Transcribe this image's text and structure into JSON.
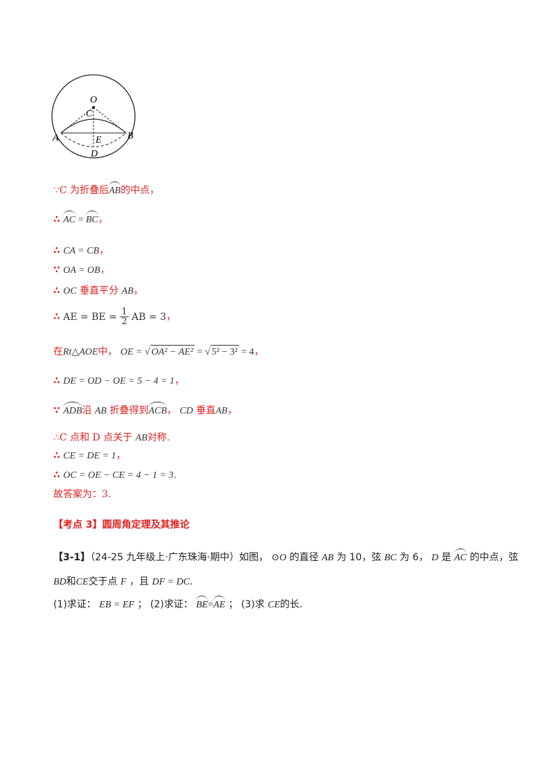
{
  "figure": {
    "labels": {
      "O": "O",
      "C": "C",
      "A": "A",
      "B": "B",
      "E": "E",
      "D": "D"
    }
  },
  "solution": {
    "l1": {
      "pre": "∵C 为折叠后",
      "arc": "AB",
      "post": "的中点，"
    },
    "l2": {
      "sym": "∴",
      "arc1": "AC",
      "eq": "=",
      "arc2": "BC",
      "post": "，"
    },
    "l3": {
      "sym": "∴",
      "expr": "CA = CB",
      "post": "，"
    },
    "l4": {
      "sym": "∵",
      "expr": "OA = OB",
      "post": "，"
    },
    "l5": {
      "sym": "∴",
      "m1": "OC",
      "txt": "垂直平分",
      "m2": "AB",
      "post": "，"
    },
    "l6": {
      "sym": "∴",
      "pre": "AE = BE =",
      "num": "1",
      "den": "2",
      "post_expr": "AB = 3",
      "post": "，"
    },
    "l7": {
      "pre": "在",
      "tri": "Rt△AOE",
      "mid": "中，",
      "lhs": "OE =",
      "rad1": "OA² − AE²",
      "eq2": "=",
      "rad2": "5² − 3²",
      "res": "= 4",
      "post": "，"
    },
    "l8": {
      "sym": "∴",
      "expr": "DE = OD − OE = 5 − 4 = 1",
      "post": "，"
    },
    "l9": {
      "sym": "∵",
      "arc1": "ADB",
      "t1": "沿",
      "m1": "AB",
      "t2": "折叠得到",
      "arc2": "ACB",
      "comma": "，",
      "m2": "CD",
      "t3": "垂直",
      "m3": "AB",
      "post": "，"
    },
    "l10": {
      "text": "∴C 点和 D 点关于",
      "m": "AB",
      "post": "对称."
    },
    "l11": {
      "sym": "∴",
      "expr": "CE = DE = 1",
      "post": "，"
    },
    "l12": {
      "sym": "∴",
      "expr": "OC = OE − CE = 4 − 1 = 3",
      "post": "."
    },
    "l13": {
      "text": "故答案为：3."
    }
  },
  "section": {
    "title": "【考点 3】圆周角定理及其推论"
  },
  "problem": {
    "tag": "【3-1】",
    "source": "（24-25 九年级上·广东珠海·期中）",
    "p1": "如图，",
    "circle": "⊙O",
    "p2": "的直径",
    "m1": "AB",
    "p3": "为 10，弦",
    "m2": "BC",
    "p4": "为 6，",
    "m3": "D",
    "p5": "是",
    "arc": "AC",
    "p6": "的中点，弦",
    "line2": {
      "m1": "BD",
      "t1": "和",
      "m2": "CE",
      "t2": "交于点",
      "m3": "F",
      "t3": "，且",
      "m4": "DF = DC",
      "t4": "."
    },
    "line3": {
      "q1": "(1)求证：",
      "e1": "EB = EF",
      "s1": "；",
      "q2": "(2)求证：",
      "arc1": "BE",
      "eq": "=",
      "arc2": "AE",
      "s2": "；",
      "q3": "(3)求",
      "m": "CE",
      "q3post": "的长."
    }
  }
}
